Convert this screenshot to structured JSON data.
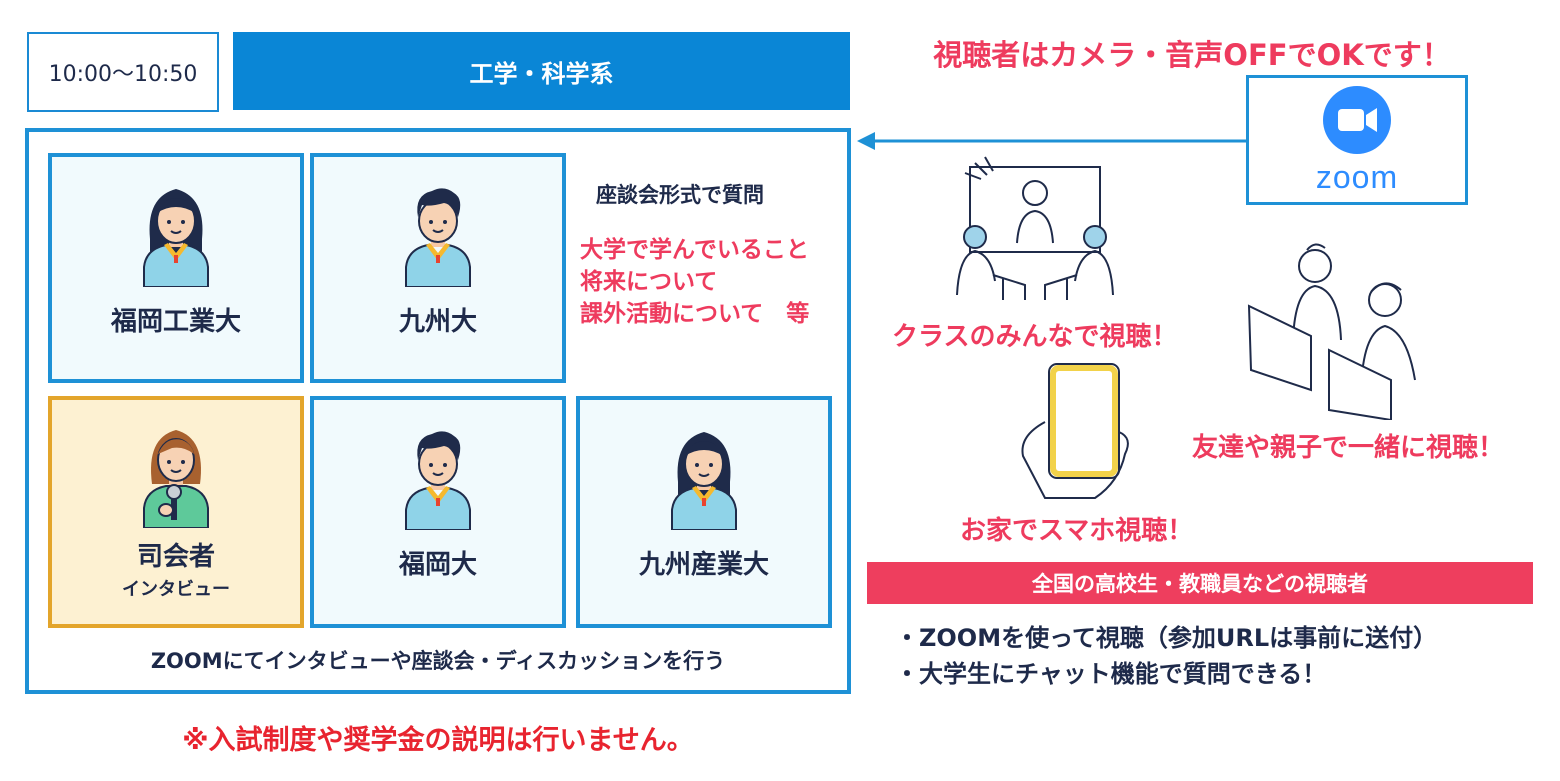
{
  "header": {
    "time": "10:00〜10:50",
    "title": "工学・科学系"
  },
  "cards": [
    {
      "name": "福岡工業大",
      "sub": ""
    },
    {
      "name": "九州大",
      "sub": ""
    },
    {
      "name": "司会者",
      "sub": "インタビュー"
    },
    {
      "name": "福岡大",
      "sub": ""
    },
    {
      "name": "九州産業大",
      "sub": ""
    }
  ],
  "discussion": {
    "heading": "座談会形式で質問",
    "topics": [
      "大学で学んでいること",
      "将来について",
      "課外活動について　等"
    ]
  },
  "zoom_caption": "ZOOMにてインタビューや座談会・ディスカッションを行う",
  "notice": "※入試制度や奨学金の説明は行いません。",
  "right": {
    "camera_note": "視聴者はカメラ・音声OFFでOKです！",
    "zoom_label": "zoom",
    "class_view": "クラスのみんなで視聴！",
    "friends_view": "友達や親子で一緒に視聴！",
    "home_view": "お家でスマホ視聴！",
    "viewers_bar": "全国の高校生・教職員などの視聴者",
    "bullets": [
      "・ZOOMを使って視聴（参加URLは事前に送付）",
      "・大学生にチャット機能で質問できる！"
    ]
  },
  "colors": {
    "brand_blue": "#0a86d6",
    "accent_pink": "#ee3b5e",
    "notice_red": "#e8242f",
    "host_border": "#e3a52b",
    "zoom_blue": "#2d8cff"
  },
  "icons": [
    "girl-student-icon",
    "boy-student-icon",
    "interviewer-icon",
    "zoom-camera-icon",
    "classroom-illustration",
    "laptops-illustration",
    "smartphone-illustration",
    "arrow-left-icon"
  ]
}
